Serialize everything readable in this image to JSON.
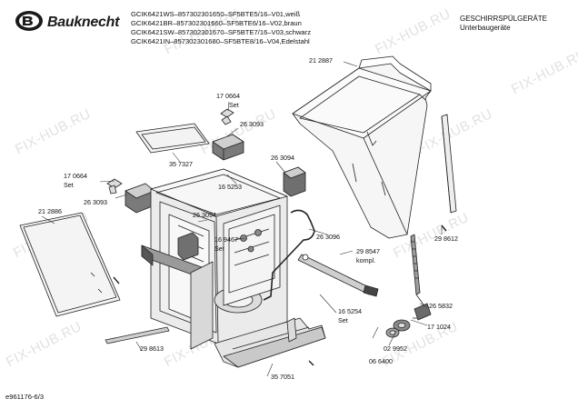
{
  "header": {
    "brand": "Bauknecht",
    "models": [
      "GCIK6421WS–857302301650–SF5BTE5/16–V01,weiß",
      "GCIK6421BR–857302301660–SF5BTE6/16–V02,braun",
      "GCIK6421SW–857302301670–SF5BTE7/16–V03,schwarz",
      "GCIK6421IN–857302301680–SF5BTE8/16–V04,Edelstahl"
    ],
    "category": "GESCHIRRSPÜLGERÄTE",
    "subcategory": "Unterbaugeräte"
  },
  "parts": {
    "p212887": "21 2887",
    "p170664a": "17 0664",
    "set_a": "Set",
    "p263093a": "26 3093",
    "p357327": "35 7327",
    "p263094a": "26 3094",
    "p170664b": "17 0664",
    "set_b": "Set",
    "p165253": "16 5253",
    "p263093b": "26 3093",
    "p263094b": "26 3094",
    "p212886": "21 2886",
    "p169467": "16 9467",
    "set_c": "Set",
    "p263096": "26 3096",
    "p298547": "29 8547",
    "kompl": "kompl.",
    "p298612": "29 8612",
    "p165254": "16 5254",
    "set_d": "Set",
    "p265832": "26 5832",
    "p171024": "17 1024",
    "p029952": "02 9952",
    "p066400": "06 6400",
    "p298613": "29 8613",
    "p357051": "35 7051"
  },
  "footer": {
    "code": "e961176-6/3"
  },
  "watermark": {
    "text": "FIX-HUB.RU",
    "color": "#9a9a9a"
  }
}
